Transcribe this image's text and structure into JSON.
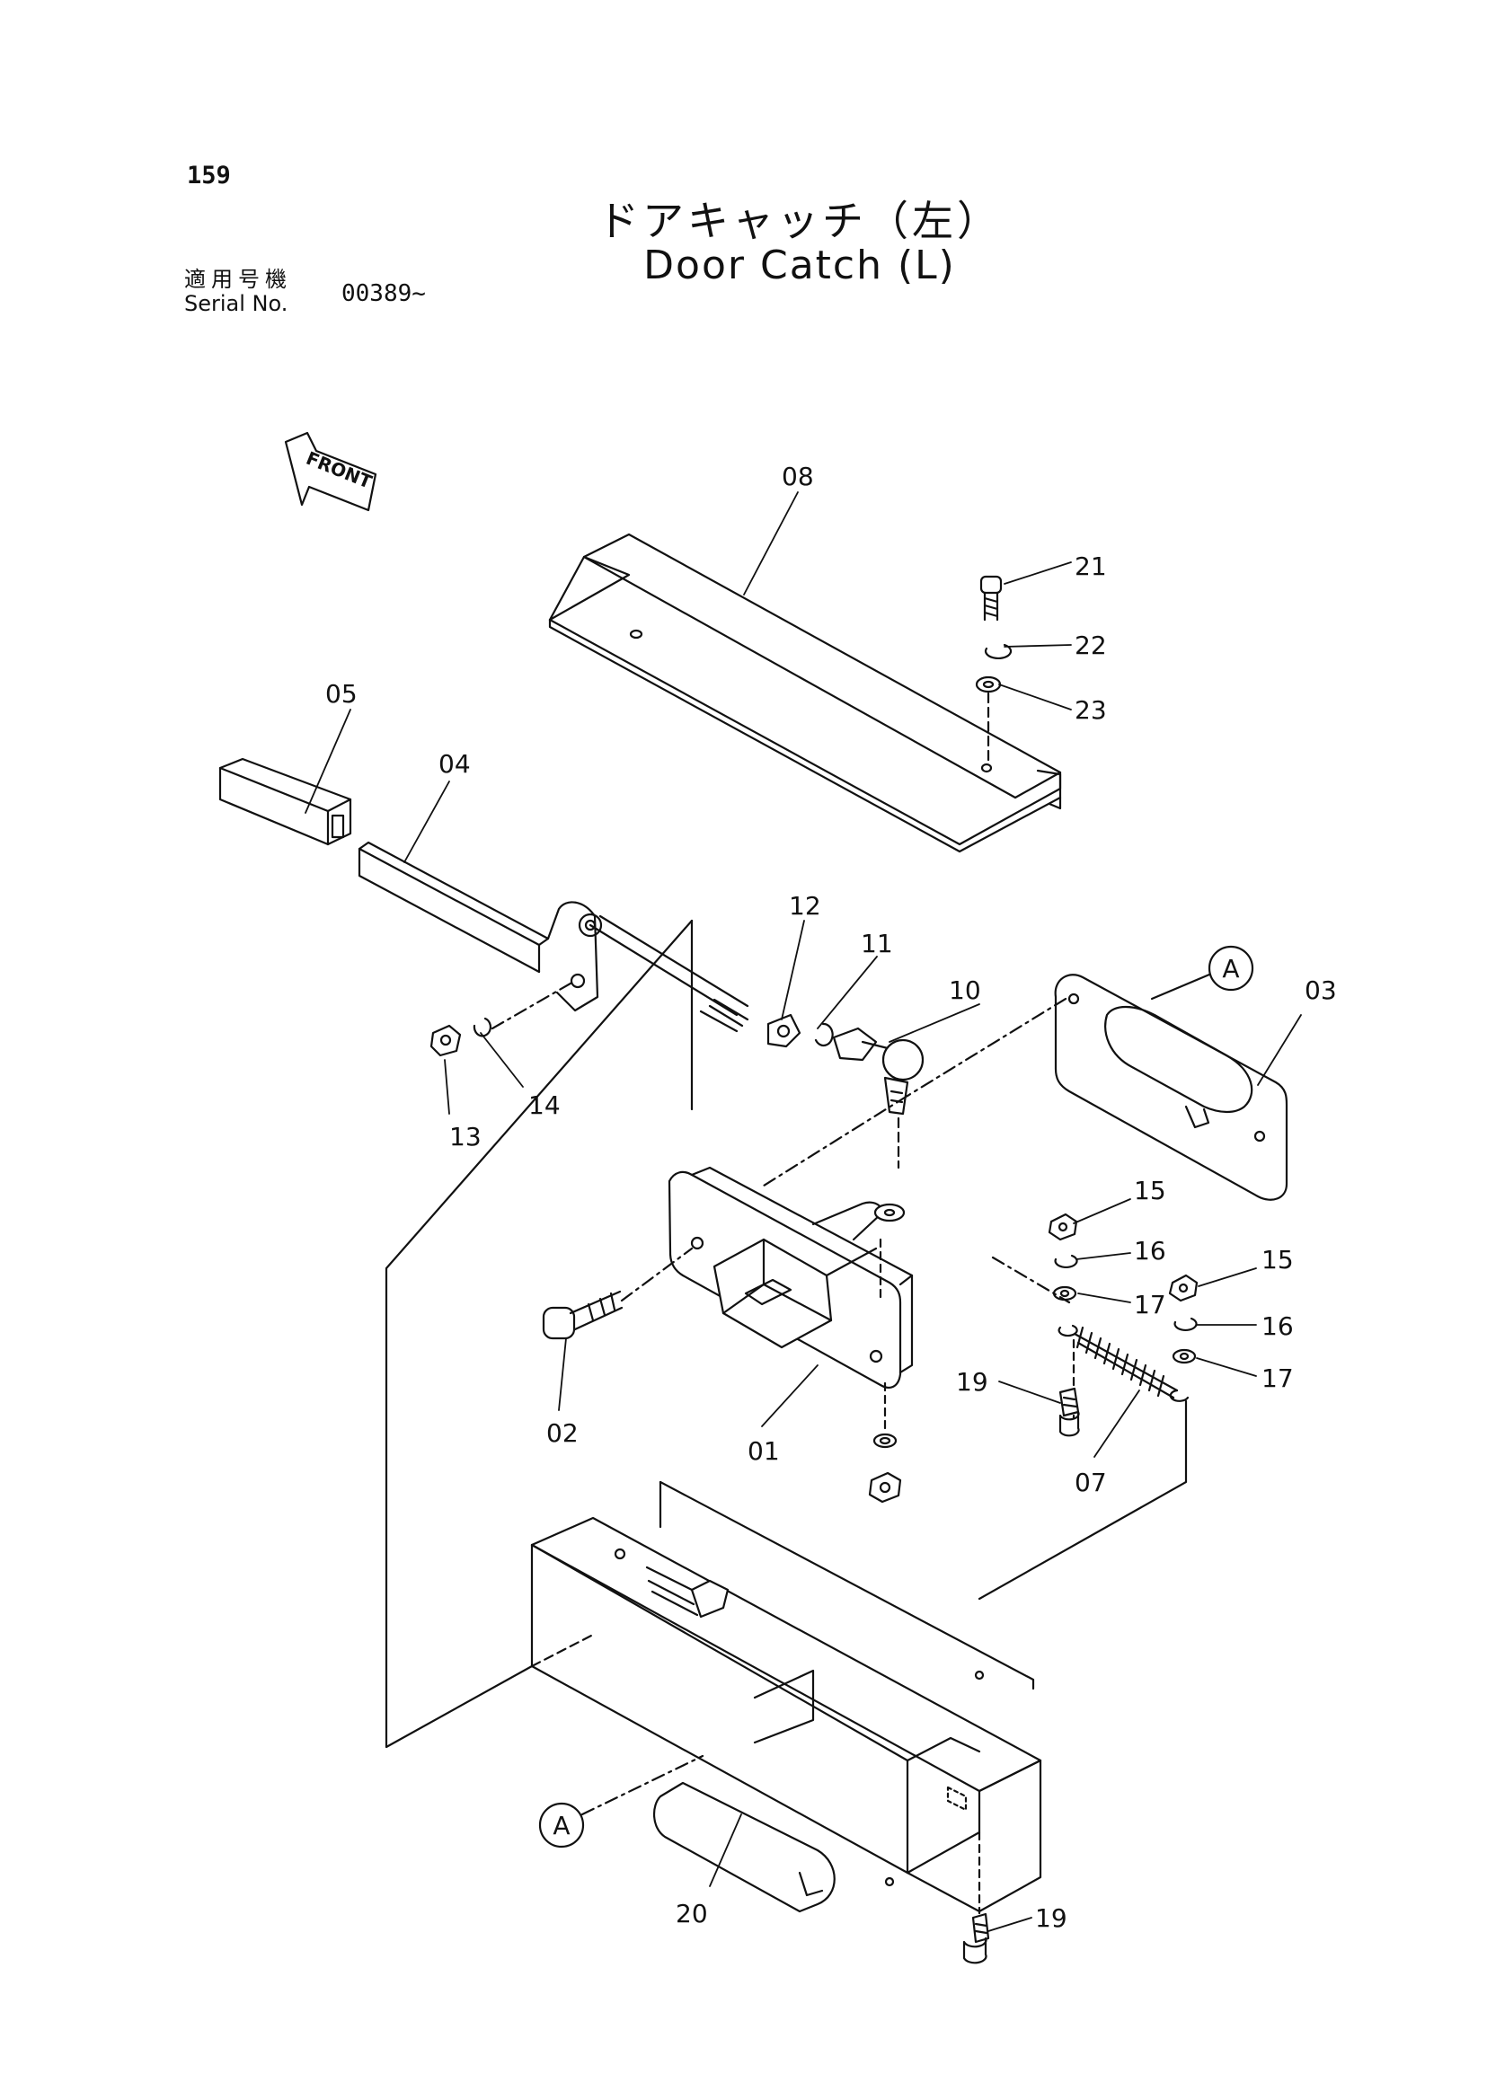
{
  "page": {
    "number": "159",
    "title_jp": "ドアキャッチ（左）",
    "title_en": "Door Catch (L)",
    "serial_label_jp": "適用号機",
    "serial_label_en": "Serial No.",
    "serial_value": "00389~"
  },
  "front_arrow": {
    "label": "FRONT",
    "icon": "front-direction-arrow-icon"
  },
  "reference_marker": "A",
  "parts": [
    {
      "id": "p01",
      "label": "01"
    },
    {
      "id": "p02",
      "label": "02"
    },
    {
      "id": "p03",
      "label": "03"
    },
    {
      "id": "p04",
      "label": "04"
    },
    {
      "id": "p05",
      "label": "05"
    },
    {
      "id": "p07",
      "label": "07"
    },
    {
      "id": "p08",
      "label": "08"
    },
    {
      "id": "p10",
      "label": "10"
    },
    {
      "id": "p11",
      "label": "11"
    },
    {
      "id": "p12",
      "label": "12"
    },
    {
      "id": "p13",
      "label": "13"
    },
    {
      "id": "p14",
      "label": "14"
    },
    {
      "id": "p15a",
      "label": "15"
    },
    {
      "id": "p15b",
      "label": "15"
    },
    {
      "id": "p16a",
      "label": "16"
    },
    {
      "id": "p16b",
      "label": "16"
    },
    {
      "id": "p17a",
      "label": "17"
    },
    {
      "id": "p17b",
      "label": "17"
    },
    {
      "id": "p19a",
      "label": "19"
    },
    {
      "id": "p19b",
      "label": "19"
    },
    {
      "id": "p20",
      "label": "20"
    },
    {
      "id": "p21",
      "label": "21"
    },
    {
      "id": "p22",
      "label": "22"
    },
    {
      "id": "p23",
      "label": "23"
    }
  ]
}
